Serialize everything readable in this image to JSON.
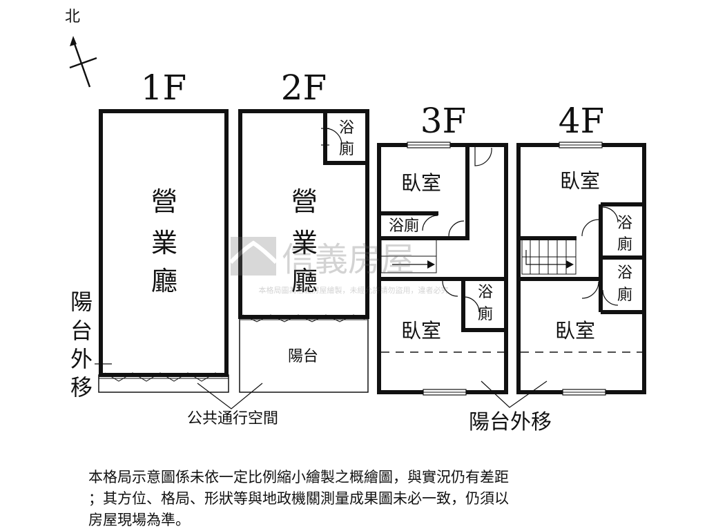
{
  "compass": {
    "north_label": "北"
  },
  "floors": {
    "f1": {
      "title": "1F",
      "hall": [
        "營",
        "業",
        "廳"
      ]
    },
    "f2": {
      "title": "2F",
      "hall": [
        "營",
        "業",
        "廳"
      ],
      "bath": [
        "浴",
        "廁"
      ],
      "balcony": "陽台"
    },
    "f3": {
      "title": "3F",
      "bedroom_top": "臥室",
      "bath_small": "浴廁",
      "bath": [
        "浴",
        "廁"
      ],
      "bedroom_bottom": "臥室"
    },
    "f4": {
      "title": "4F",
      "bedroom_top": "臥室",
      "bath_a": [
        "浴",
        "廁"
      ],
      "bath_b": [
        "浴",
        "廁"
      ],
      "bedroom_bottom": "臥室"
    }
  },
  "annotations": {
    "balcony_shift_vertical": [
      "陽",
      "台",
      "外",
      "移"
    ],
    "public_passage": "公共通行空間",
    "balcony_shift": "陽台外移"
  },
  "watermark": {
    "brand": "信義房屋",
    "line": "本格局圖為信義房屋繪製，未經允許請勿盜用，違者必究"
  },
  "disclaimer": [
    "本格局示意圖係未依一定比例縮小繪製之概繪圖，與實況仍有差距",
    "；其方位、格局、形狀等與地政機關測量成果圖未必一致，仍須以",
    "房屋現場為準。"
  ]
}
